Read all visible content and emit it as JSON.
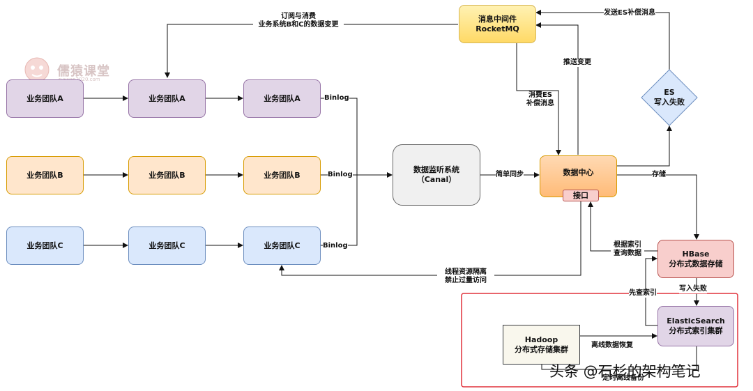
{
  "logo": {
    "name": "儒猿课堂",
    "url": "ruyuan2020.com"
  },
  "nodes": {
    "team_a_1": "业务团队A",
    "team_a_2": "业务团队A",
    "team_a_3": "业务团队A",
    "team_b_1": "业务团队B",
    "team_b_2": "业务团队B",
    "team_b_3": "业务团队B",
    "team_c_1": "业务团队C",
    "team_c_2": "业务团队C",
    "team_c_3": "业务团队C",
    "mq": [
      "消息中间件",
      "RocketMQ"
    ],
    "canal": [
      "数据监听系统",
      "（Canal）"
    ],
    "data_center": "数据中心",
    "interface": "接口",
    "es_fail": [
      "ES",
      "写入失败"
    ],
    "hbase": [
      "HBase",
      "分布式数据存储"
    ],
    "es_cluster": [
      "ElasticSearch",
      "分布式索引集群"
    ],
    "hadoop": [
      "Hadoop",
      "分布式存储集群"
    ]
  },
  "labels": {
    "subscribe": [
      "订阅与消费",
      "业务系统B和C的数据变更"
    ],
    "binlog_a": "Binlog",
    "binlog_b": "Binlog",
    "binlog_c": "Binlog",
    "push_change": "推送变更",
    "consume_es": [
      "消费ES",
      "补偿消息"
    ],
    "send_es": "发送ES补偿消息",
    "simple_sync": "简单同步",
    "store": "存储",
    "thread_iso": [
      "线程资源隔离",
      "禁止过量访问"
    ],
    "query_by_index": [
      "根据索引",
      "查询数据"
    ],
    "first_index": "先查索引",
    "write_fail": "写入失败",
    "offline_restore": "离线数据恢复",
    "offline_backup": "定时离线备份"
  },
  "watermark": "头条 @石杉的架构笔记",
  "colors": {
    "purple": "#e1d5e7",
    "orange": "#ffe6cc",
    "blue": "#dae8fc",
    "highlight_frame": "#e0303a"
  }
}
